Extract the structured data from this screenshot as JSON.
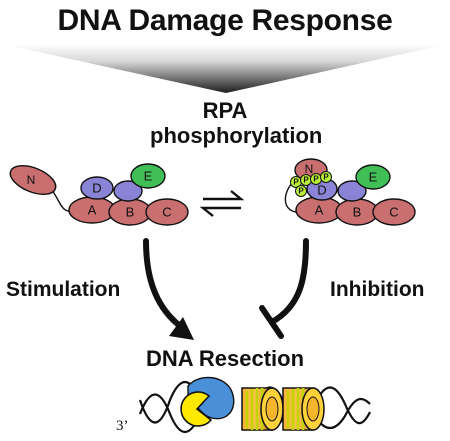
{
  "title": "DNA Damage Response",
  "center_label_line1": "RPA",
  "center_label_line2": "phosphorylation",
  "left_arrow_label": "Stimulation",
  "right_arrow_label": "Inhibition",
  "bottom_label": "DNA Resection",
  "dna_end_label": "3’",
  "left_complex": {
    "subunits": [
      "N",
      "D",
      "E",
      "A",
      "B",
      "C"
    ]
  },
  "right_complex": {
    "subunits": [
      "N",
      "D",
      "E",
      "A",
      "B",
      "C"
    ],
    "phospho_label": "P"
  },
  "colors": {
    "ob_fold": "#c96f6f",
    "d_subunit": "#8a84d6",
    "e_subunit": "#3fbf55",
    "phospho": "#b9ee3a",
    "nuclease_yellow": "#ffe800",
    "nuclease_blue": "#4a90d9",
    "nucleosome": "#f2a22c",
    "nucleosome_stripe": "#c4d400"
  }
}
